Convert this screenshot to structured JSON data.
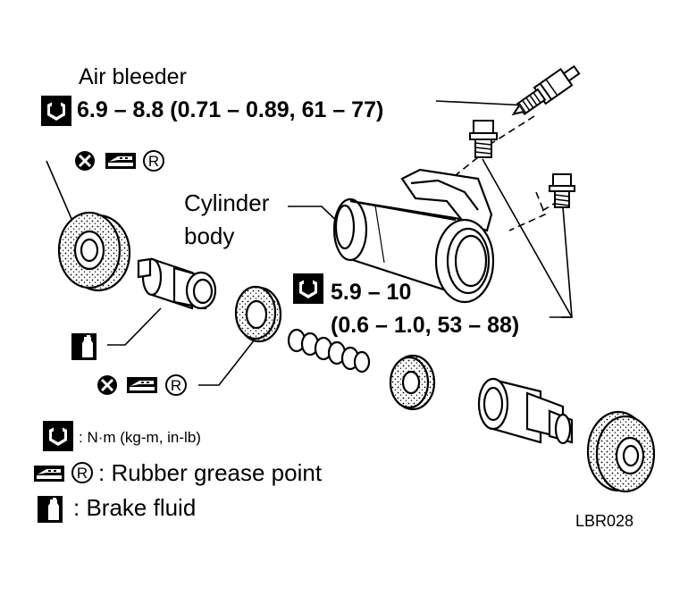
{
  "labels": {
    "air_bleeder": "Air bleeder",
    "air_bleeder_torque": "6.9 – 8.8 (0.71 – 0.89, 61 – 77)",
    "cylinder_body_line1": "Cylinder",
    "cylinder_body_line2": "body",
    "torque2_line1": "5.9 – 10",
    "torque2_line2": "(0.6 – 1.0, 53 – 88)",
    "r_symbol": "R"
  },
  "legend": {
    "torque_units": ": N·m (kg-m, in-lb)",
    "rubber_grease": ": Rubber grease point",
    "brake_fluid": ": Brake fluid"
  },
  "figure_code": "LBR028",
  "icons": [
    "torque-wrench-icon",
    "do-not-reuse-icon",
    "rubber-grease-icon",
    "brake-fluid-icon"
  ],
  "colors": {
    "ink": "#000000",
    "paper": "#ffffff"
  }
}
